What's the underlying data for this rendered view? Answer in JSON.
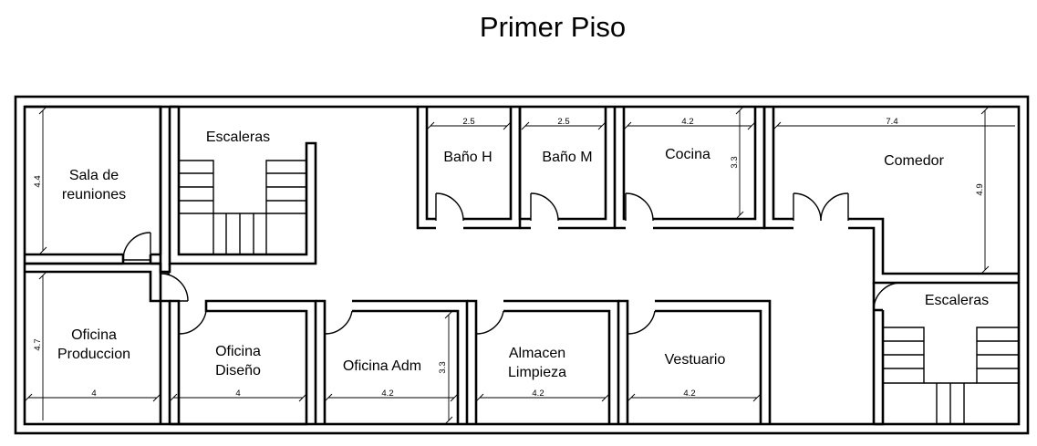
{
  "title": "Primer Piso",
  "rooms": {
    "sala_line1": "Sala de",
    "sala_line2": "reuniones",
    "escaleras_1": "Escaleras",
    "bano_h": "Baño H",
    "bano_m": "Baño M",
    "cocina": "Cocina",
    "comedor": "Comedor",
    "escaleras_2": "Escaleras",
    "produccion_line1": "Oficina",
    "produccion_line2": "Produccion",
    "diseno_line1": "Oficina",
    "diseno_line2": "Diseño",
    "adm": "Oficina Adm",
    "almacen_line1": "Almacen",
    "almacen_line2": "Limpieza",
    "vestuario": "Vestuario"
  },
  "dimensions": {
    "sala_height": "4.4",
    "bano_h_width": "2.5",
    "bano_m_width": "2.5",
    "cocina_width": "4.2",
    "cocina_height": "3.3",
    "comedor_width": "7.4",
    "comedor_height": "4.9",
    "produccion_height": "4.7",
    "produccion_width": "4",
    "diseno_width": "4",
    "adm_width": "4.2",
    "adm_height": "3.3",
    "almacen_width": "4.2",
    "vestuario_width": "4.2"
  }
}
